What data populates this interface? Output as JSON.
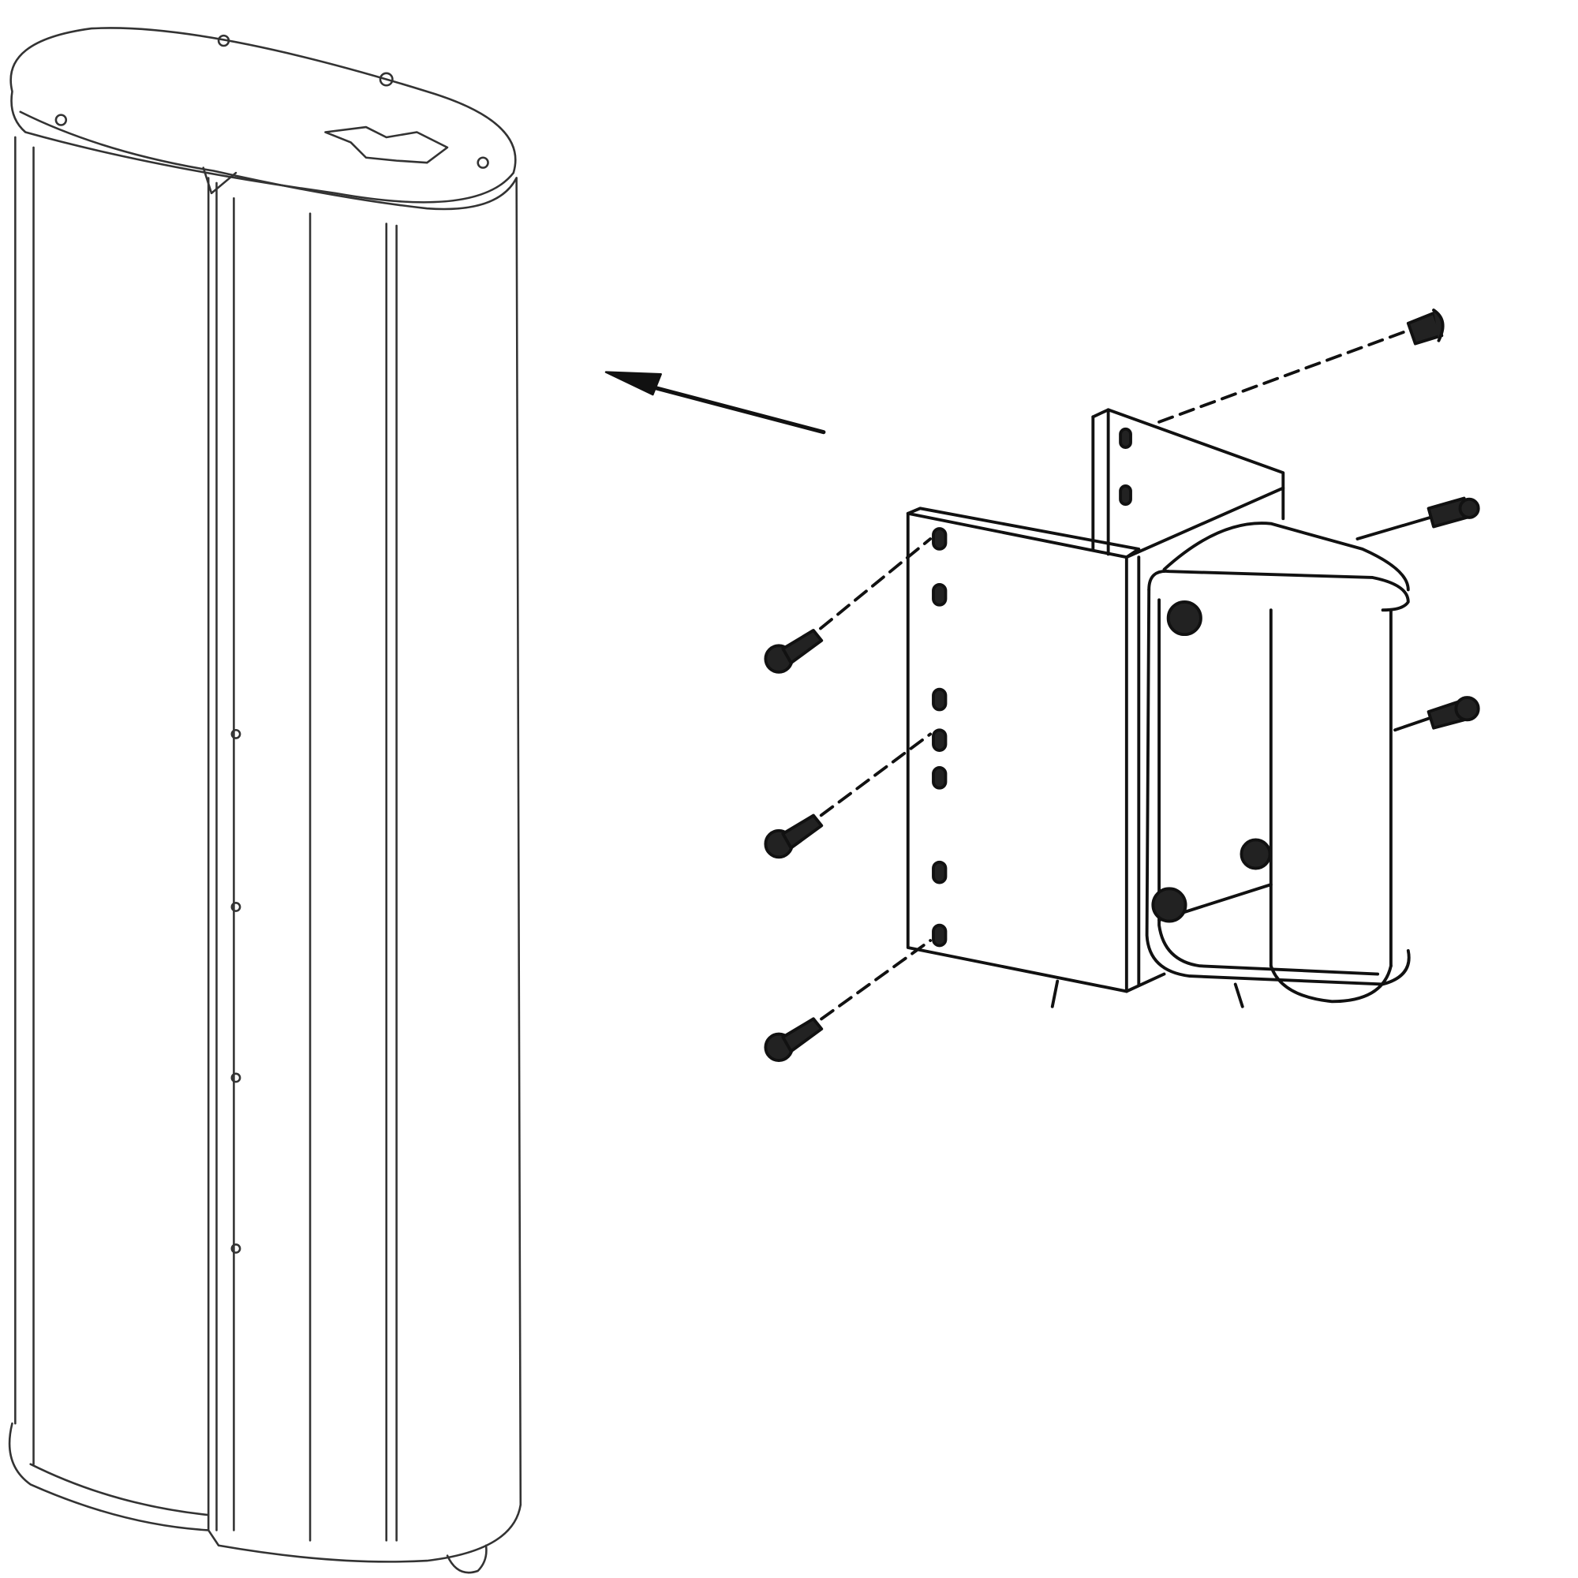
{
  "diagram": {
    "kind": "exploded assembly line drawing",
    "parts": [
      {
        "id": "column-speaker",
        "icon": "column-speaker-icon"
      },
      {
        "id": "direction-arrow",
        "icon": "arrow-left-icon"
      },
      {
        "id": "wall-mount-bracket",
        "icon": "bracket-icon"
      },
      {
        "id": "screws",
        "icon": "screw-icon"
      }
    ]
  },
  "colors": {
    "background": "#ffffff",
    "line": "#111111",
    "light_line": "#555555"
  }
}
